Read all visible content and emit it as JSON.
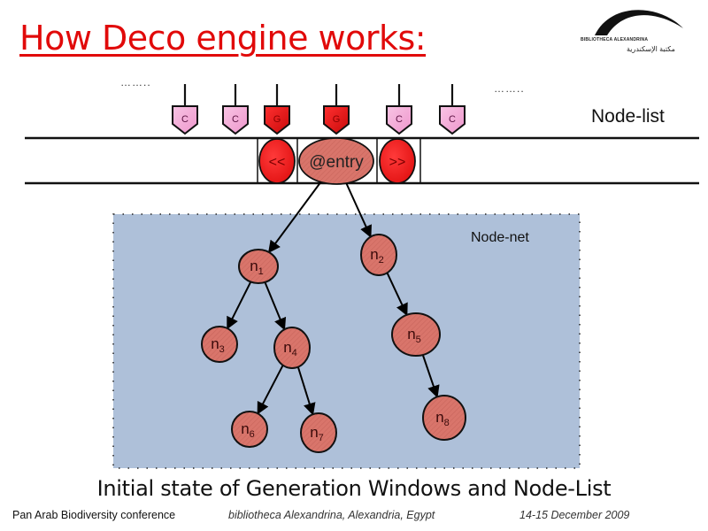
{
  "slide": {
    "title": "How Deco engine works:",
    "logo": {
      "name_en": "BIBLIOTHECA ALEXANDRINA",
      "name_ar": "مكتبة الإسكندرية"
    },
    "caption": "Initial state of Generation Windows and Node-List",
    "footer": {
      "conference": "Pan Arab Biodiversity conference",
      "venue": "bibliotheca Alexandrina, Alexandria, Egypt",
      "date": "14-15 December  2009"
    }
  },
  "diagram": {
    "node_list_label": "Node-list",
    "node_net_label": "Node-net",
    "ellipsis_left": "……..",
    "ellipsis_right": "……..",
    "markers": [
      {
        "label": "C",
        "type": "candidate"
      },
      {
        "label": "C",
        "type": "candidate"
      },
      {
        "label": "G",
        "type": "generation"
      },
      {
        "label": "G",
        "type": "generation"
      },
      {
        "label": "C",
        "type": "candidate"
      },
      {
        "label": "C",
        "type": "candidate"
      }
    ],
    "window": {
      "prev_label": "<<",
      "entry_label": "@entry",
      "next_label": ">>"
    },
    "nodes": [
      {
        "id": "n1",
        "base": "n",
        "sub": "1"
      },
      {
        "id": "n2",
        "base": "n",
        "sub": "2"
      },
      {
        "id": "n3",
        "base": "n",
        "sub": "3"
      },
      {
        "id": "n4",
        "base": "n",
        "sub": "4"
      },
      {
        "id": "n5",
        "base": "n",
        "sub": "5"
      },
      {
        "id": "n6",
        "base": "n",
        "sub": "6"
      },
      {
        "id": "n7",
        "base": "n",
        "sub": "7"
      },
      {
        "id": "n8",
        "base": "n",
        "sub": "8"
      }
    ],
    "edges": [
      {
        "from": "entry",
        "to": "n1"
      },
      {
        "from": "entry",
        "to": "n2"
      },
      {
        "from": "n1",
        "to": "n3"
      },
      {
        "from": "n1",
        "to": "n4"
      },
      {
        "from": "n2",
        "to": "n5"
      },
      {
        "from": "n4",
        "to": "n6"
      },
      {
        "from": "n4",
        "to": "n7"
      },
      {
        "from": "n5",
        "to": "n8"
      }
    ],
    "colors": {
      "title": "#e10a0a",
      "candidate_fill": "#f4a6d6",
      "generation_fill": "#e8161a",
      "node_fill": "#d9756b",
      "net_background": "#aec0d9"
    }
  }
}
